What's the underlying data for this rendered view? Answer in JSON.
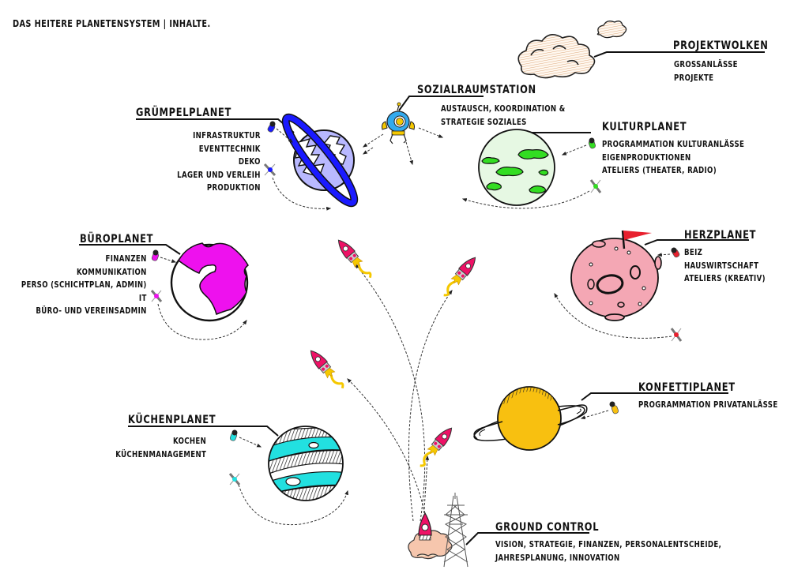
{
  "title": "DAS HEITERE PLANETENSYSTEM | INHALTE.",
  "colors": {
    "gruempel": "#1a1aff",
    "gruempel_light": "#b8b8ff",
    "kultur": "#33dd22",
    "kultur_light": "#e6f8e3",
    "buero": "#ee11ee",
    "herz": "#f4a7b4",
    "herz_flag": "#e8202e",
    "konfetti": "#f8c010",
    "kuechen": "#22e0e0",
    "rocket": "#ee1166",
    "flame": "#f5c800",
    "station": "#33aaee"
  },
  "nodes": {
    "projektwolken": {
      "heading": "PROJEKTWOLKEN",
      "items": [
        "GROSSANLÄSSE",
        "PROJEKTE"
      ]
    },
    "sozialraumstation": {
      "heading": "SOZIALRAUMSTATION",
      "items": [
        "AUSTAUSCH, KOORDINATION &",
        "STRATEGIE SOZIALES"
      ]
    },
    "gruempelplanet": {
      "heading": "GRÜMPELPLANET",
      "items": [
        "INFRASTRUKTUR",
        "EVENTTECHNIK",
        "DEKO",
        "LAGER UND VERLEIH",
        "PRODUKTION"
      ]
    },
    "kulturplanet": {
      "heading": "KULTURPLANET",
      "items": [
        "PROGRAMMATION KULTURANLÄSSE",
        "EIGENPRODUKTIONEN",
        "ATELIERS (THEATER, RADIO)"
      ]
    },
    "bueroplanet": {
      "heading": "BÜROPLANET",
      "items": [
        "FINANZEN",
        "KOMMUNIKATION",
        "PERSO (SCHICHTPLAN, ADMIN)",
        "IT",
        "BÜRO- UND VEREINSADMIN"
      ]
    },
    "herzplanet": {
      "heading": "HERZPLANET",
      "items": [
        "BEIZ",
        "HAUSWIRTSCHAFT",
        "ATELIERS (KREATIV)"
      ]
    },
    "konfettiplanet": {
      "heading": "KONFETTIPLANET",
      "items": [
        "PROGRAMMATION PRIVATANLÄSSE"
      ]
    },
    "kuechenplanet": {
      "heading": "KÜCHENPLANET",
      "items": [
        "KOCHEN",
        "KÜCHENMANAGEMENT"
      ]
    },
    "groundcontrol": {
      "heading": "GROUND CONTROL",
      "items": [
        "VISION, STRATEGIE, FINANZEN, PERSONALENTSCHEIDE,",
        "JAHRESPLANUNG, INNOVATION"
      ]
    }
  }
}
